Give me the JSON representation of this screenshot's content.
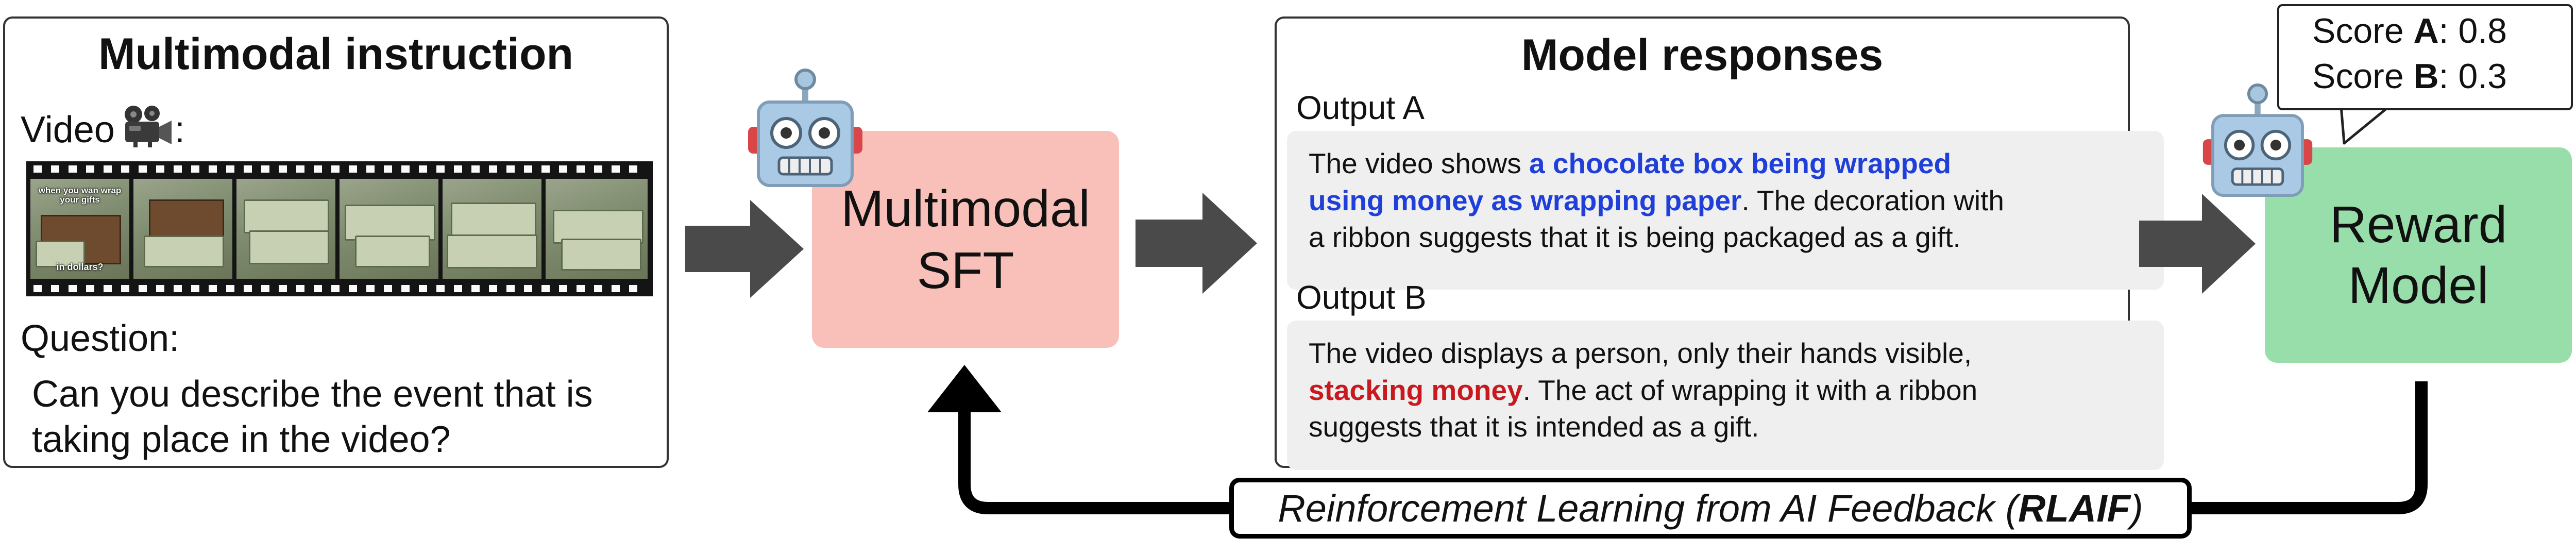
{
  "instruction_panel": {
    "title": "Multimodal instruction",
    "video_label": "Video",
    "video_colon": ":",
    "video_icon": "movie-camera-icon",
    "frame_caption_top": "when you wan wrap your gifts",
    "frame_caption_bottom": "in dollars?",
    "question_label": "Question:",
    "question_line1": "Can you describe the event that is",
    "question_line2": "taking place in the video?"
  },
  "sft": {
    "line1": "Multimodal",
    "line2": "SFT",
    "icon": "robot-icon",
    "color": "#f8c0b9"
  },
  "responses_panel": {
    "title": "Model responses",
    "output_a": {
      "label": "Output A",
      "prefix": "The video shows",
      "highlight_line1": "a chocolate box being wrapped",
      "highlight_line2": "using money as wrapping paper",
      "suffix_line2": ". The decoration with",
      "line3": "a ribbon suggests that it is being packaged as a gift.",
      "highlight_color": "#1f3fd8"
    },
    "output_b": {
      "label": "Output B",
      "line1": "The video displays a person, only their hands visible,",
      "highlight": "stacking money",
      "suffix_line2": ". The act of wrapping it with a ribbon",
      "line3": "suggests that it is intended as a gift.",
      "highlight_color": "#c8191e"
    }
  },
  "reward": {
    "line1": "Reward",
    "line2": "Model",
    "icon": "robot-icon",
    "color": "#98deaa",
    "score_prefix": "Score",
    "score_a_label": "A",
    "score_a_sep": ":",
    "score_a_value": "0.8",
    "score_b_label": "B",
    "score_b_sep": ":",
    "score_b_value": "0.3"
  },
  "feedback": {
    "text": "Reinforcement Learning from AI Feedback (",
    "acronym": "RLAIF",
    "close": ")"
  }
}
